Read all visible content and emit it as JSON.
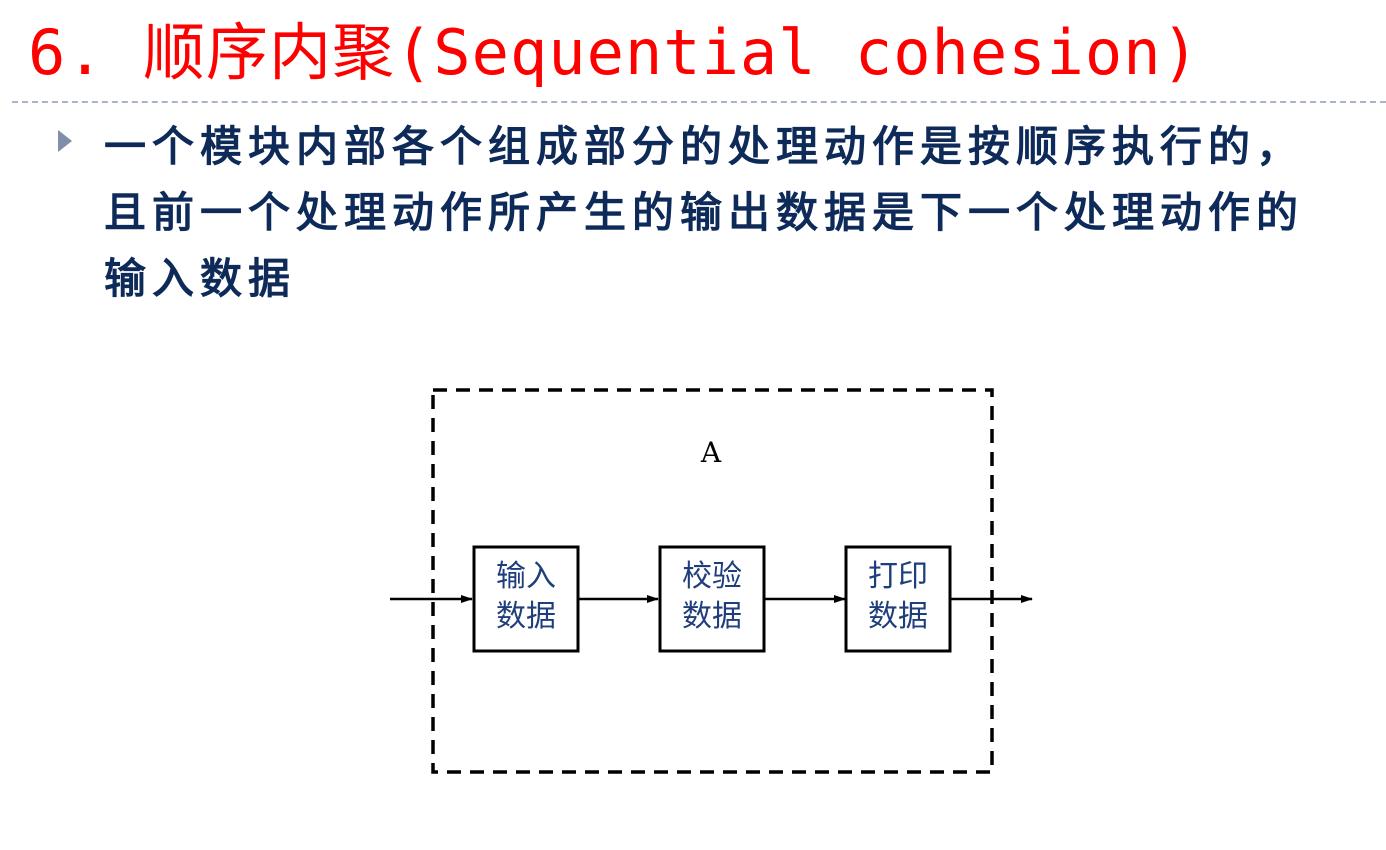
{
  "slide": {
    "title": "6. 顺序内聚(Sequential cohesion)",
    "bullet_text": "一个模块内部各个组成部分的处理动作是按顺序执行的，且前一个处理动作所产生的输出数据是下一个处理动作的输入数据"
  },
  "diagram": {
    "module_label": "A",
    "steps": [
      {
        "line1": "输入",
        "line2": "数据"
      },
      {
        "line1": "校验",
        "line2": "数据"
      },
      {
        "line1": "打印",
        "line2": "数据"
      }
    ]
  },
  "colors": {
    "title": "#ff0000",
    "body_text": "#0e2a59",
    "box_text": "#1f3e7c",
    "bullet": "#7f8fa9",
    "rule": "#a8b4cc"
  }
}
